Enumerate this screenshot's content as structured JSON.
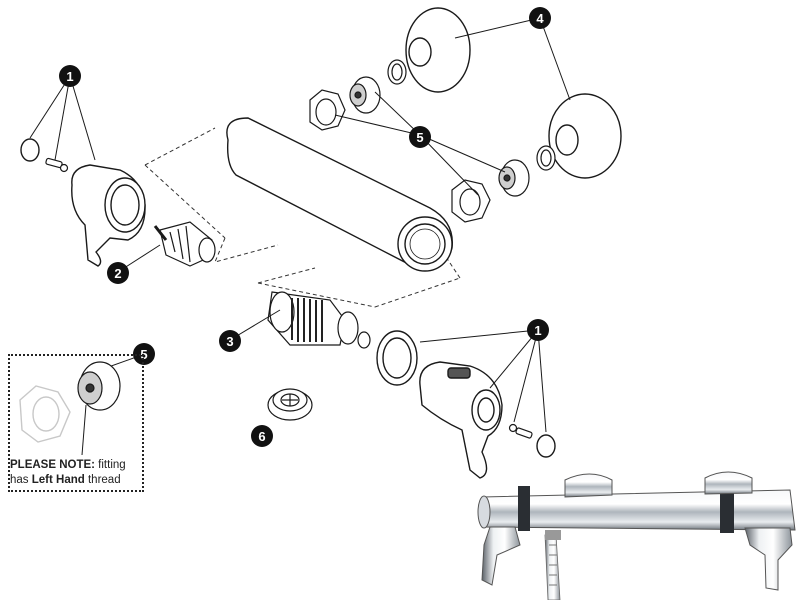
{
  "callouts": [
    {
      "id": "callout-1-left",
      "label": "1"
    },
    {
      "id": "callout-2",
      "label": "2"
    },
    {
      "id": "callout-3",
      "label": "3"
    },
    {
      "id": "callout-4",
      "label": "4"
    },
    {
      "id": "callout-5-top",
      "label": "5"
    },
    {
      "id": "callout-1-right",
      "label": "1"
    },
    {
      "id": "callout-6",
      "label": "6"
    },
    {
      "id": "callout-5-note",
      "label": "5"
    }
  ],
  "note": {
    "prefix": "PLEASE NOTE:",
    "line1_rest": " fitting",
    "line2_start": "has ",
    "emphasis": "Left Hand",
    "line2_end": " thread"
  },
  "colors": {
    "line": "#1a1a1a",
    "badge": "#111111",
    "chrome_light": "#f2f4f6",
    "chrome_mid": "#b9c0c7",
    "chrome_dark": "#4a5058",
    "faded": "#c8c8c8"
  }
}
